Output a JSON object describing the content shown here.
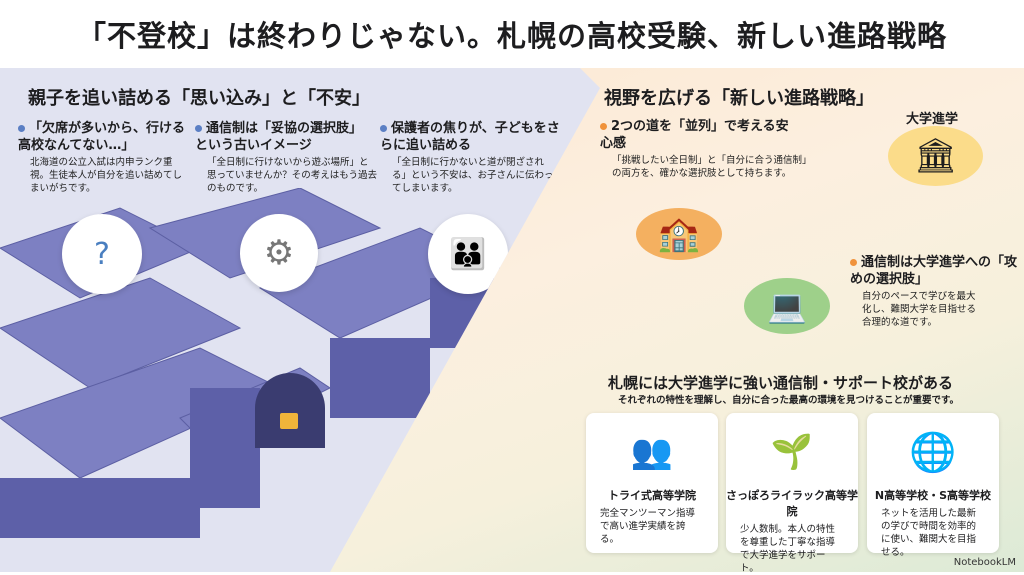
{
  "title": "「不登校」は終わりじゃない。札幌の高校受験、新しい進路戦略",
  "left": {
    "heading": "親子を追い詰める「思い込み」と「不安」",
    "points": [
      {
        "title": "「欠席が多いから、行ける高校なんてない…」",
        "desc": "北海道の公立入試は内申ランク重視。生徒本人が自分を追い詰めてしまいがちです。"
      },
      {
        "title": "通信制は「妥協の選択肢」という古いイメージ",
        "desc": "「全日制に行けないから遊ぶ場所」と思っていませんか？その考えはもう過去のものです。"
      },
      {
        "title": "保護者の焦りが、子どもをさらに追い詰める",
        "desc": "「全日制に行かないと道が閉ざされる」という不安は、お子さんに伝わってしまいます。"
      }
    ]
  },
  "right": {
    "heading": "視野を広げる「新しい進路戦略」",
    "goal_label": "大学進学",
    "points": [
      {
        "title": "2つの道を「並列」で考える安心感",
        "desc": "「挑戦したい全日制」と「自分に合う通信制」の両方を、確かな選択肢として持ちます。"
      },
      {
        "title": "通信制は大学進学への「攻めの選択肢」",
        "desc": "自分のペースで学びを最大化し、難関大学を目指せる合理的な道です。"
      }
    ]
  },
  "schools": {
    "heading": "札幌には大学進学に強い通信制・サポート校がある",
    "subheading": "それぞれの特性を理解し、自分に合った最高の環境を見つけることが重要です。",
    "cards": [
      {
        "name": "トライ式高等学院",
        "desc": "完全マンツーマン指導で高い進学実績を誇る。",
        "icon": "people-chat-icon"
      },
      {
        "name": "さっぽろライラック高等学院",
        "desc": "少人数制。本人の特性を尊重した丁寧な指導で大学進学をサポート。",
        "icon": "sprout-hand-icon"
      },
      {
        "name": "N高等学校・S高等学校",
        "desc": "ネットを活用した最新の学びで時間を効率的に使い、難関大を目指せる。",
        "icon": "globe-video-icon"
      }
    ]
  },
  "brand": "NotebookLM",
  "colors": {
    "blue_dot": "#5b7fc4",
    "orange_dot": "#f0923a",
    "maze": "#6f72b8"
  }
}
